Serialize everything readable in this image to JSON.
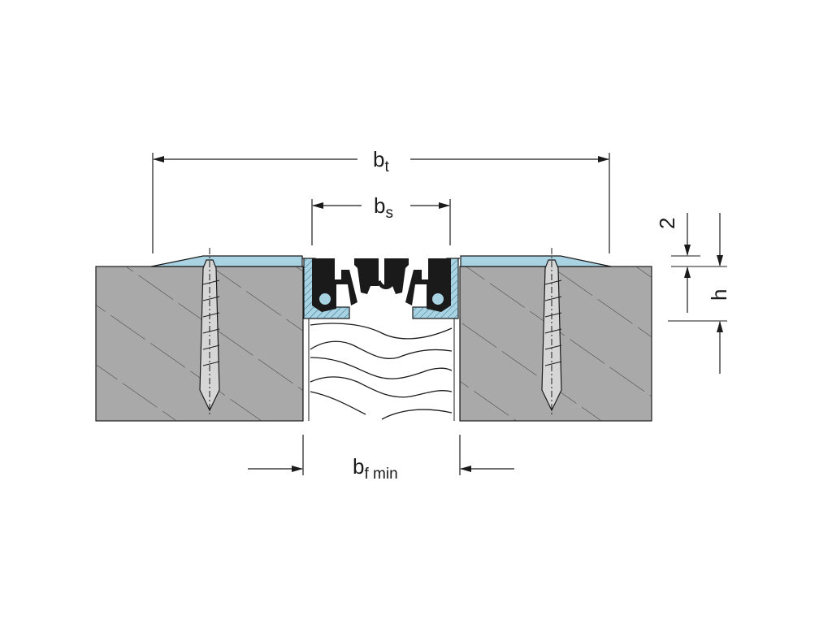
{
  "labels": {
    "bt_main": "b",
    "bt_sub": "t",
    "bs_main": "b",
    "bs_sub": "s",
    "bf_main": "b",
    "bf_sub": "f min",
    "two": "2",
    "h": "h"
  },
  "colors": {
    "concrete": "#a9a9a9",
    "concrete_hatch": "#3a3a3a",
    "profile": "#a9d3e2",
    "insert": "#1a1a1a",
    "anchor": "#d6d6d6",
    "line": "#1a1a1a"
  }
}
